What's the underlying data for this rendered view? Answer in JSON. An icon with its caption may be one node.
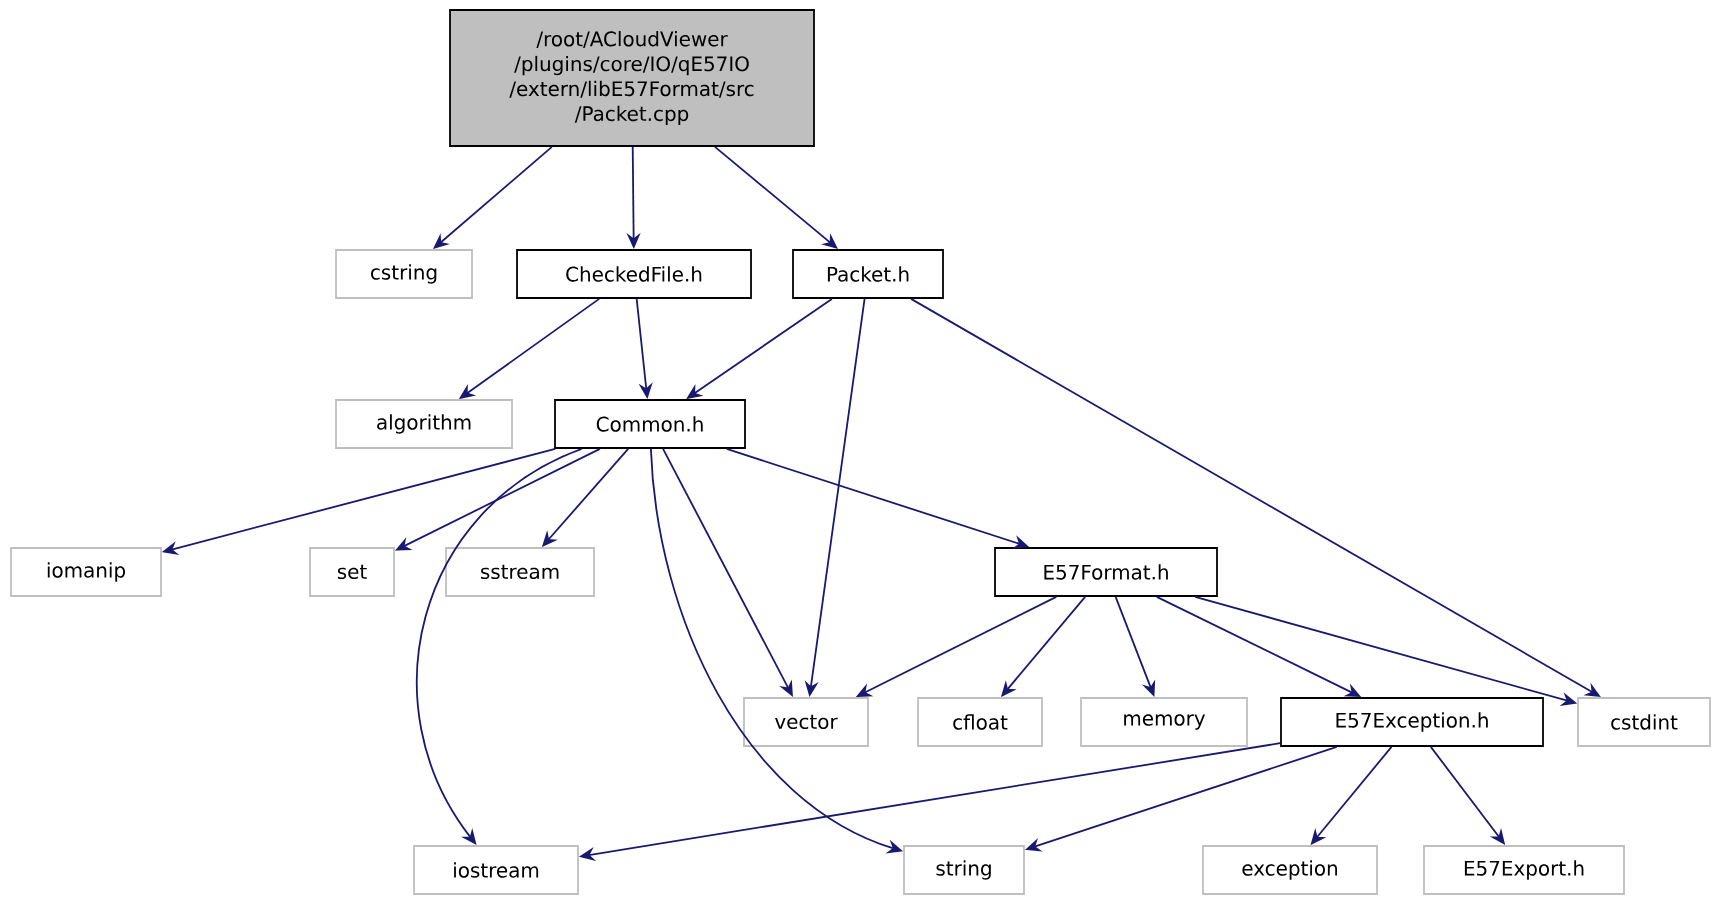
{
  "diagram": {
    "nodes": [
      {
        "text": [
          "/root/ACloudViewer /plugins/core/IO/qE57IO /extern/libE57Format/src /Packet.cpp"
        ]
      },
      {
        "text": [
          "cstring"
        ]
      },
      {
        "text": [
          "CheckedFile.h"
        ]
      },
      {
        "text": [
          "Packet.h"
        ]
      },
      {
        "text": [
          "algorithm"
        ]
      },
      {
        "text": [
          "Common.h"
        ]
      },
      {
        "text": [
          "iomanip"
        ]
      },
      {
        "text": [
          "set"
        ]
      },
      {
        "text": [
          "sstream"
        ]
      },
      {
        "text": [
          "E57Format.h"
        ]
      },
      {
        "text": [
          "vector"
        ]
      },
      {
        "text": [
          "cfloat"
        ]
      },
      {
        "text": [
          "memory"
        ]
      },
      {
        "text": [
          "E57Exception.h"
        ]
      },
      {
        "text": [
          "cstdint"
        ]
      },
      {
        "text": [
          "iostream"
        ]
      },
      {
        "text": [
          "string"
        ]
      },
      {
        "text": [
          "exception"
        ]
      },
      {
        "text": [
          "E57Export.h"
        ]
      }
    ],
    "edges": [
      {
        "from": 0,
        "to": 1,
        "arrow": "to"
      },
      {
        "from": 0,
        "to": 2,
        "arrow": "to"
      },
      {
        "from": 0,
        "to": 3,
        "arrow": "to"
      },
      {
        "from": 2,
        "to": 4,
        "arrow": "to"
      },
      {
        "from": 2,
        "to": 5,
        "arrow": "to"
      },
      {
        "from": 3,
        "to": 5,
        "arrow": "to"
      },
      {
        "from": 3,
        "to": 10,
        "arrow": "to"
      },
      {
        "from": 3,
        "to": 14,
        "arrow": "to"
      },
      {
        "from": 5,
        "to": 6,
        "arrow": "to"
      },
      {
        "from": 5,
        "to": 15,
        "arrow": "to"
      },
      {
        "from": 5,
        "to": 7,
        "arrow": "to"
      },
      {
        "from": 5,
        "to": 8,
        "arrow": "to"
      },
      {
        "from": 5,
        "to": 10,
        "arrow": "to"
      },
      {
        "from": 5,
        "to": 16,
        "arrow": "to"
      },
      {
        "from": 5,
        "to": 9,
        "arrow": "to"
      },
      {
        "from": 9,
        "to": 10,
        "arrow": "to"
      },
      {
        "from": 9,
        "to": 11,
        "arrow": "to"
      },
      {
        "from": 9,
        "to": 12,
        "arrow": "to"
      },
      {
        "from": 9,
        "to": 13,
        "arrow": "to"
      },
      {
        "from": 9,
        "to": 14,
        "arrow": "to"
      },
      {
        "from": 13,
        "to": 15,
        "arrow": "to"
      },
      {
        "from": 13,
        "to": 16,
        "arrow": "to"
      },
      {
        "from": 13,
        "to": 17,
        "arrow": "to"
      },
      {
        "from": 13,
        "to": 18,
        "arrow": "to"
      }
    ]
  }
}
